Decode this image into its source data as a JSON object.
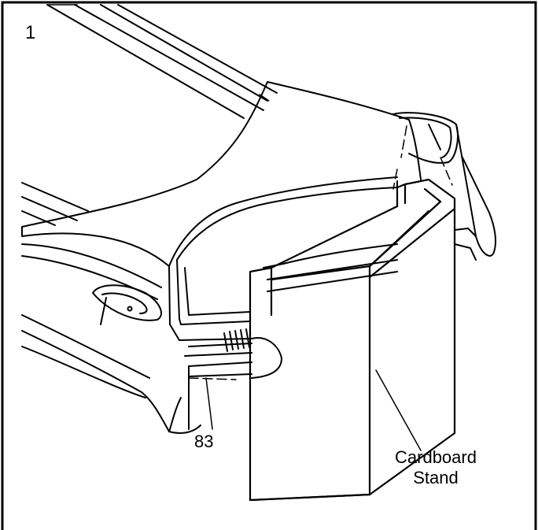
{
  "step": {
    "number": "1"
  },
  "callouts": {
    "part_83": "83",
    "stand_line1": "Cardboard",
    "stand_line2": "Stand"
  }
}
